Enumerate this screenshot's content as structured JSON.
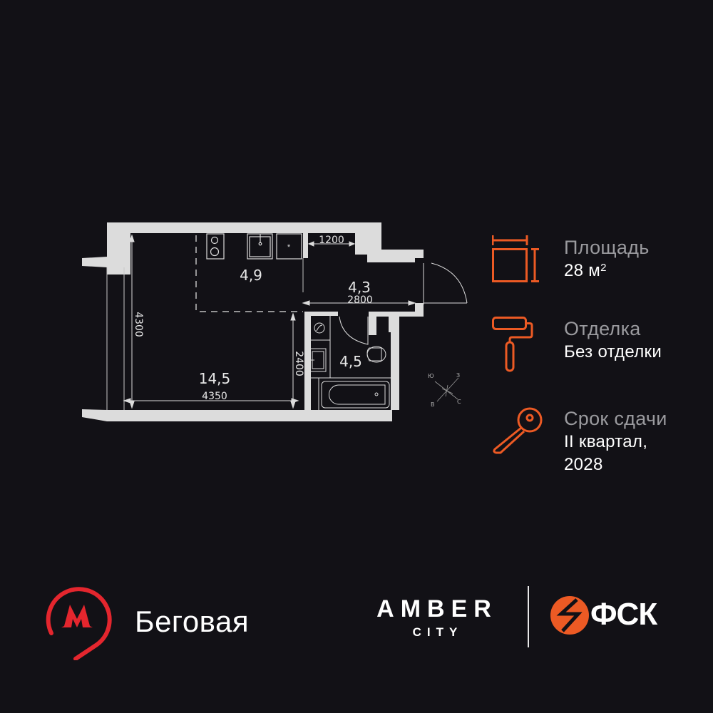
{
  "floorplan": {
    "rooms": [
      {
        "name": "kitchen",
        "area": "4,9"
      },
      {
        "name": "hallway",
        "area": "4,3"
      },
      {
        "name": "living-room",
        "area": "14,5"
      },
      {
        "name": "bathroom",
        "area": "4,5"
      }
    ],
    "dimensions": {
      "kitchen_gap": "1200",
      "hallway_width": "2800",
      "room_height": "4300",
      "room_width": "4350",
      "bath_height": "2400"
    },
    "compass": {
      "n": "С",
      "s": "Ю",
      "e": "В",
      "w": "З"
    }
  },
  "info": {
    "area": {
      "label": "Площадь",
      "value": "28 м",
      "unit_sup": "2",
      "icon": "area-icon"
    },
    "finish": {
      "label": "Отделка",
      "value": "Без отделки",
      "icon": "paint-roller-icon"
    },
    "delivery": {
      "label": "Срок сдачи",
      "value_line1": "II квартал,",
      "value_line2": "2028",
      "icon": "key-icon"
    }
  },
  "footer": {
    "metro": {
      "station": "Беговая",
      "icon": "metro-pin-icon",
      "color": "#e4262e"
    },
    "brand": {
      "name": "AMBER",
      "sub": "CITY"
    },
    "developer": {
      "name": "ФСК",
      "color": "#ec5a24"
    }
  },
  "colors": {
    "background": "#121116",
    "accent": "#ec5a24",
    "wall": "#dcdcdc",
    "metro": "#e4262e"
  }
}
